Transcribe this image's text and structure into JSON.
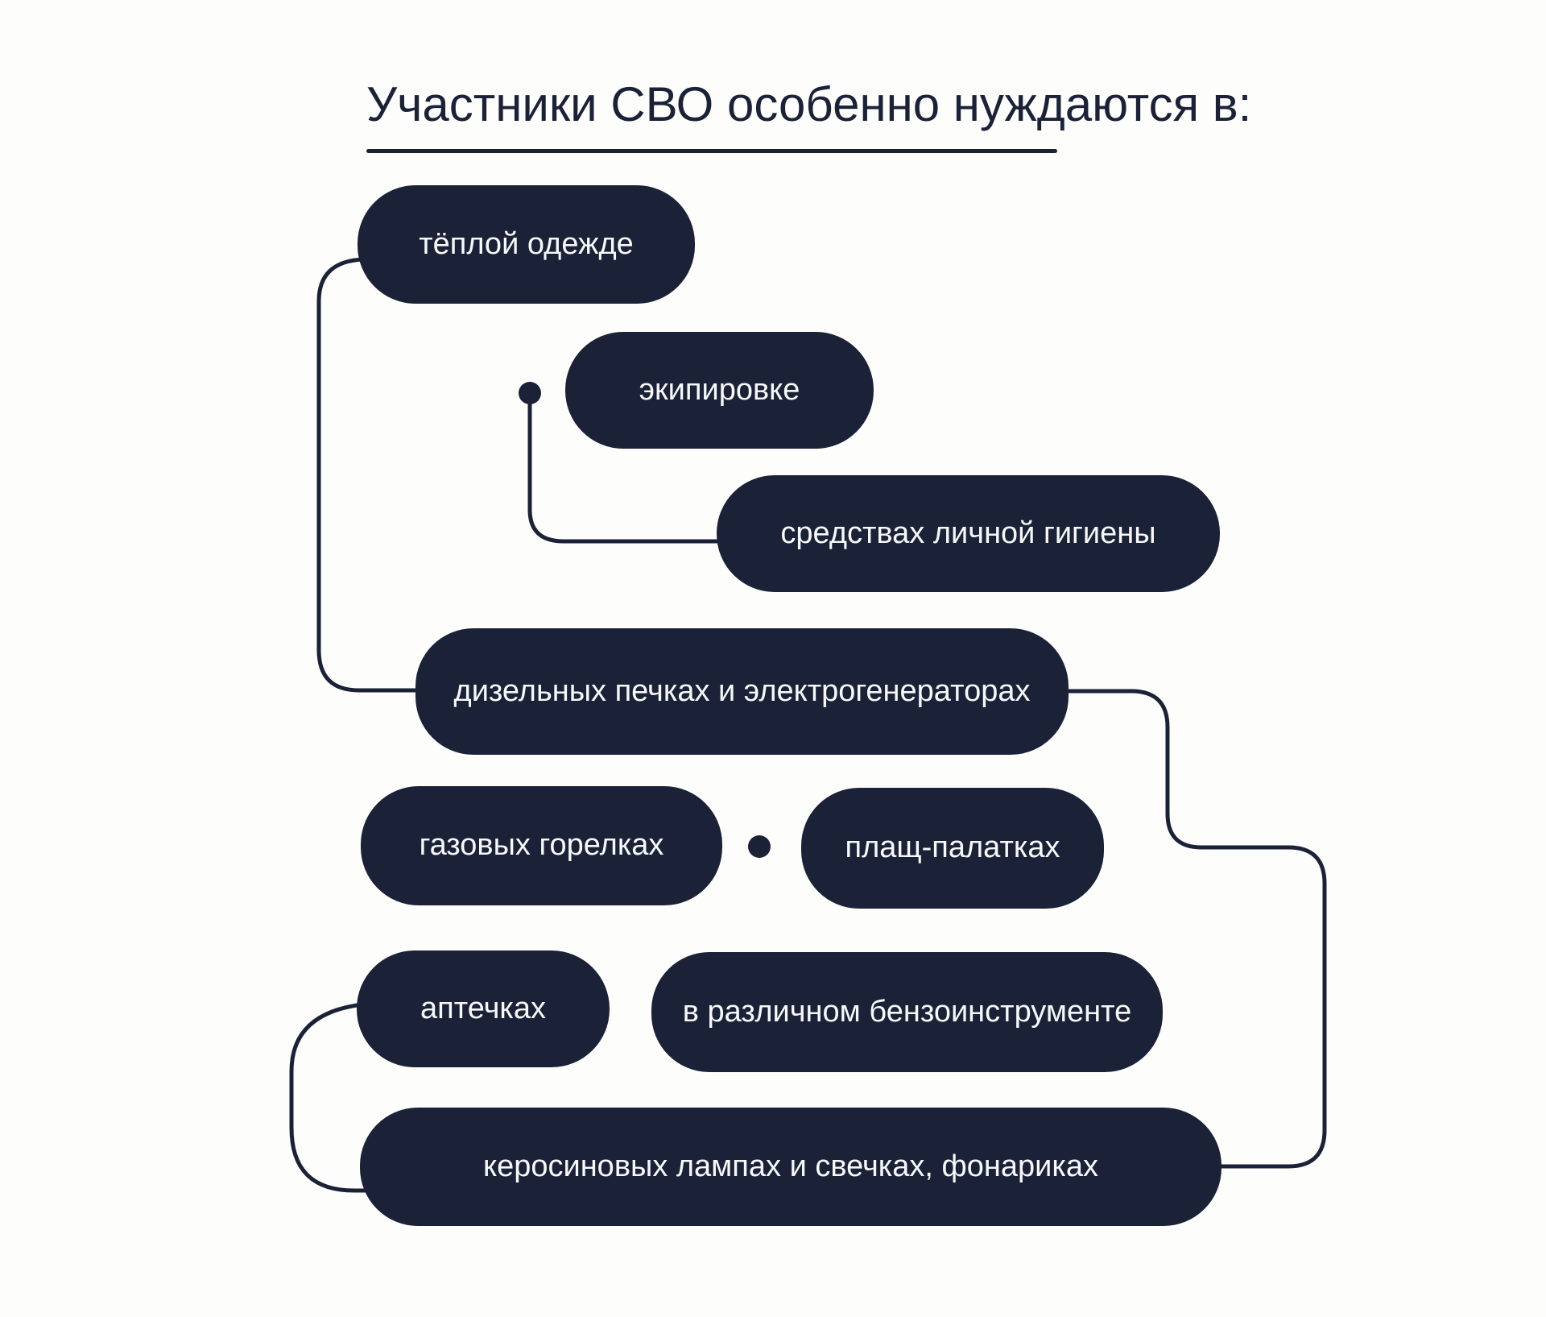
{
  "title": {
    "text": "Участники СВО особенно нуждаются в:"
  },
  "boxes": [
    {
      "id": "warm-clothing",
      "label": "тёплой одежде"
    },
    {
      "id": "equipment",
      "label": "экипировке"
    },
    {
      "id": "personal-hygiene",
      "label": "средствах личной гигиены"
    },
    {
      "id": "stoves-and-generators",
      "label": "дизельных печках и электрогенераторах"
    },
    {
      "id": "gas-burners",
      "label": "газовых горелках"
    },
    {
      "id": "tent-capes",
      "label": "плащ-палатках"
    },
    {
      "id": "first-aid-kits",
      "label": "аптечках"
    },
    {
      "id": "petrol-tools",
      "label": "в различном бензоинструменте"
    },
    {
      "id": "lamps-candles-flashlights",
      "label": "керосиновых лампах и свечках, фонариках"
    }
  ],
  "colors": {
    "navy": "#1b2237",
    "box-text": "#f7f8fa",
    "background": "#fdfdfc"
  }
}
